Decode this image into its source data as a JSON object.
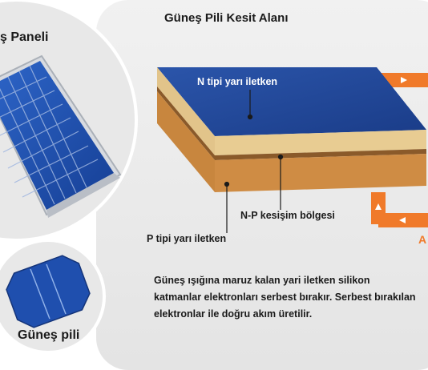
{
  "titles": {
    "section": "Güneş Pili Kesit Alanı",
    "panel": "ş Paneli",
    "cell": "Güneş pili"
  },
  "layers": {
    "n_type": "N tipi yarı iletken",
    "junction": "N-P kesişim bölgesi",
    "p_type": "P tipi yarı iletken"
  },
  "description": "Güneş ışığına maruz kalan yari iletken silikon katmanlar elektronları serbest bırakır. Serbest bırakılan elektronlar ile doğru akım üretilir.",
  "edge_text": "A",
  "colors": {
    "panel_blue": "#1f4fae",
    "n_layer_top": "#234a9e",
    "p_layer": "#c8863e",
    "junction_layer": "#e2c48a",
    "arrow_orange": "#f07a2a",
    "bg_gray": "#ececec"
  }
}
